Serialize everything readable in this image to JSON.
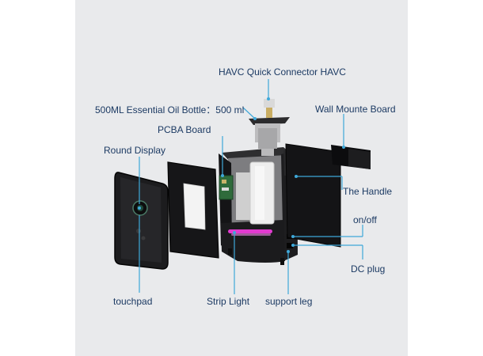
{
  "labels": {
    "havc_connector": "HAVC Quick Connector HAVC",
    "oil_bottle": "500ML Essential Oil Bottle：500 ml",
    "wall_board": "Wall Mounte Board",
    "pcba_board": "PCBA Board",
    "round_display": "Round Display",
    "the_handle": "The Handle",
    "on_off": "on/off",
    "dc_plug": "DC plug",
    "touchpad": "touchpad",
    "strip_light": "Strip Light",
    "support_leg": "support leg"
  },
  "colors": {
    "label_text": "#1c3a63",
    "callout_line": "#3fa8d9",
    "strip_light": "#e23ad0",
    "device_body": "#1a1a1a",
    "panel_background": "#e9eaec"
  }
}
